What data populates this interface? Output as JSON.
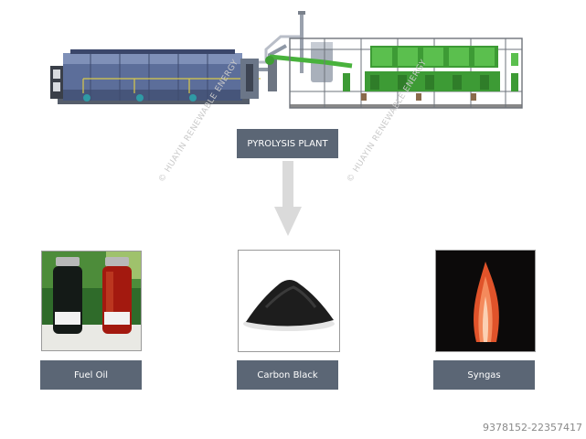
{
  "diagram": {
    "plant_label": "PYROLYSIS PLANT",
    "watermark": "© HUAYIN RENEWABLE ENERGY",
    "products": [
      {
        "label": "Fuel Oil",
        "icon": "fuel-oil-bottles-photo"
      },
      {
        "label": "Carbon Black",
        "icon": "carbon-black-pile-photo"
      },
      {
        "label": "Syngas",
        "icon": "syngas-flame-photo"
      }
    ],
    "image_code": "9378152-22357417"
  },
  "colors": {
    "label_bg": "#5b6675",
    "reactor": "#5c6e9a",
    "green_equipment": "#3d9b35",
    "arrow": "#dadada"
  }
}
